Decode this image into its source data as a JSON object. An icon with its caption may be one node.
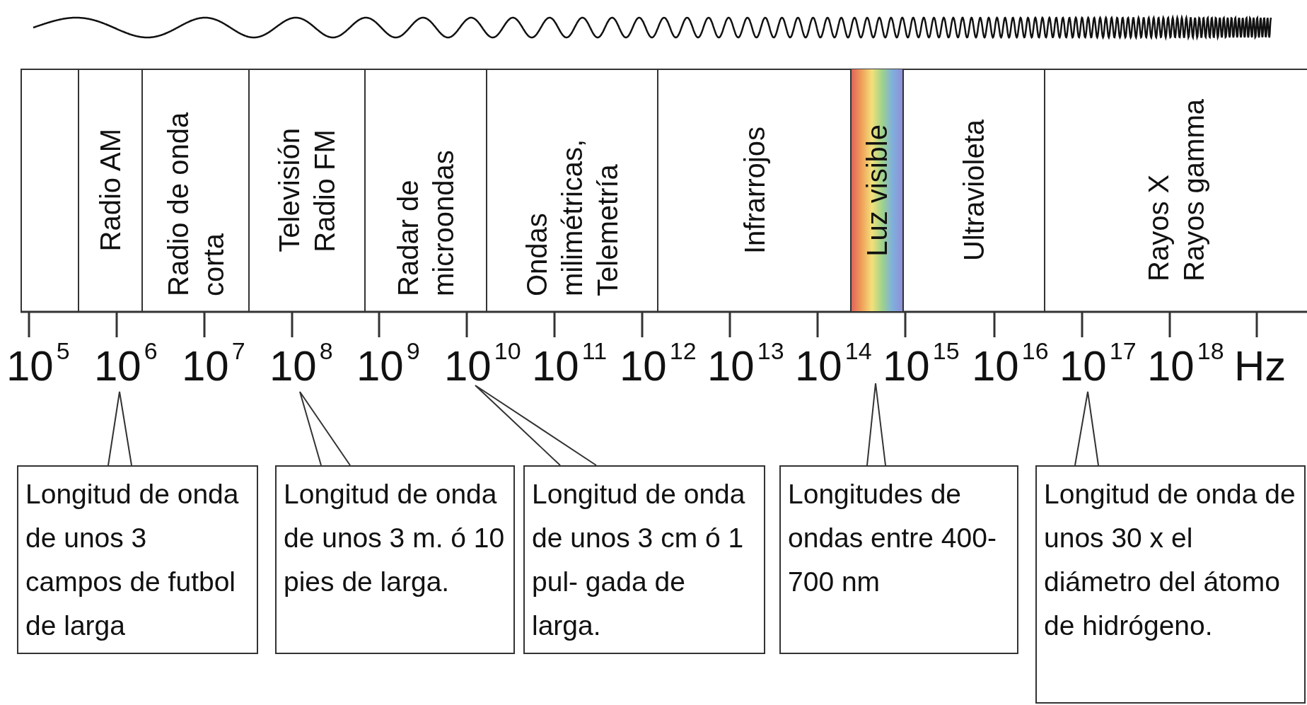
{
  "diagram": {
    "nodes": [
      {
        "text": [],
        "shape": "box"
      },
      {
        "text": [
          "Radio AM"
        ]
      },
      {
        "text": [
          "Radio de onda corta"
        ]
      },
      {
        "text": [
          "Televisión",
          "Radio FM"
        ]
      },
      {
        "text": [
          "Radar de microondas"
        ]
      },
      {
        "text": [
          "Ondas milimétricas, Telemetría"
        ]
      },
      {
        "text": [
          "Infrarrojos"
        ]
      },
      {
        "text": [
          "Luz visible"
        ]
      },
      {
        "text": [
          "Ultravioleta"
        ]
      },
      {
        "text": [
          "Rayos X",
          "Rayos gamma"
        ]
      },
      {
        "text": [
          "Longitud de onda de unos 3 campos de futbol de larga"
        ]
      },
      {
        "text": [
          "Longitud de onda de unos 3 m. ó 10 pies de larga."
        ]
      },
      {
        "text": [
          "Longitud de onda de unos 3 cm ó 1 pul- gada de larga."
        ]
      },
      {
        "text": [
          "Longitudes de ondas entre 400-700 nm"
        ]
      },
      {
        "text": [
          "Longitud de onda de unos 30 x el diámetro del átomo de hidrógeno."
        ]
      }
    ],
    "edges": [
      {
        "from": 10,
        "to": null,
        "arrow": "none"
      },
      {
        "from": 11,
        "to": null,
        "arrow": "none"
      },
      {
        "from": 12,
        "to": null,
        "arrow": "none"
      },
      {
        "from": 13,
        "to": null,
        "arrow": "none"
      },
      {
        "from": 14,
        "to": null,
        "arrow": "none"
      }
    ],
    "labels": [
      "10$^{5}$",
      "10$^{6}$",
      "10$^{7}$",
      "10$^{8}$",
      "10$^{9}$",
      "10$^{10}$",
      "10$^{11}$",
      "10$^{12}$",
      "10$^{13}$",
      "10$^{14}$",
      "10$^{15}$",
      "10$^{16}$",
      "10$^{17}$",
      "10$^{18}$",
      "Hz"
    ]
  }
}
